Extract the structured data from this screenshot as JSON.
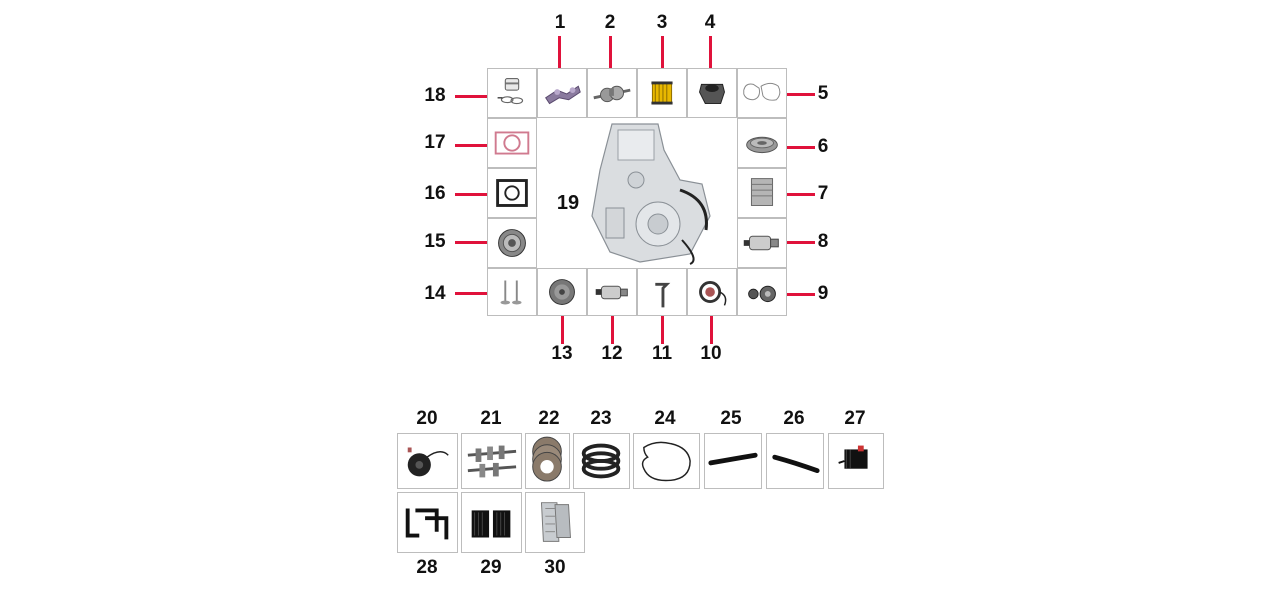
{
  "parts_top": [
    {
      "n": "1",
      "icon": "camshaft-rocker-icon"
    },
    {
      "n": "2",
      "icon": "crankshaft-icon"
    },
    {
      "n": "3",
      "icon": "oil-filter-icon"
    },
    {
      "n": "4",
      "icon": "intake-manifold-icon"
    },
    {
      "n": "5",
      "icon": "cover-gasket-icon"
    },
    {
      "n": "6",
      "icon": "gear-ring-icon"
    },
    {
      "n": "7",
      "icon": "cylinder-head-icon"
    },
    {
      "n": "8",
      "icon": "starter-motor-icon"
    },
    {
      "n": "9",
      "icon": "sprockets-icon"
    },
    {
      "n": "10",
      "icon": "stator-icon"
    },
    {
      "n": "11",
      "icon": "kickstart-lever-icon"
    },
    {
      "n": "12",
      "icon": "starter-motor-icon"
    },
    {
      "n": "13",
      "icon": "rotor-icon"
    },
    {
      "n": "14",
      "icon": "valves-icon"
    },
    {
      "n": "15",
      "icon": "clutch-basket-icon"
    },
    {
      "n": "16",
      "icon": "cylinder-gasket-black-icon"
    },
    {
      "n": "17",
      "icon": "cylinder-gasket-pink-icon"
    },
    {
      "n": "18",
      "icon": "piston-kit-icon"
    },
    {
      "n": "19",
      "icon": "engine-icon"
    }
  ],
  "parts_bottom": [
    {
      "n": "20",
      "icon": "cooling-fan-icon"
    },
    {
      "n": "21",
      "icon": "transmission-shafts-icon"
    },
    {
      "n": "22",
      "icon": "clutch-plates-icon"
    },
    {
      "n": "23",
      "icon": "friction-discs-icon"
    },
    {
      "n": "24",
      "icon": "cover-gasket-icon"
    },
    {
      "n": "25",
      "icon": "chain-guide-icon"
    },
    {
      "n": "26",
      "icon": "chain-tensioner-icon"
    },
    {
      "n": "27",
      "icon": "regulator-rectifier-icon"
    },
    {
      "n": "28",
      "icon": "coolant-hoses-icon"
    },
    {
      "n": "29",
      "icon": "radiator-guards-icon"
    },
    {
      "n": "30",
      "icon": "radiator-icon"
    }
  ],
  "colors": {
    "leader": "#e0123b",
    "border": "#bdbdbd",
    "label": "#111111"
  }
}
